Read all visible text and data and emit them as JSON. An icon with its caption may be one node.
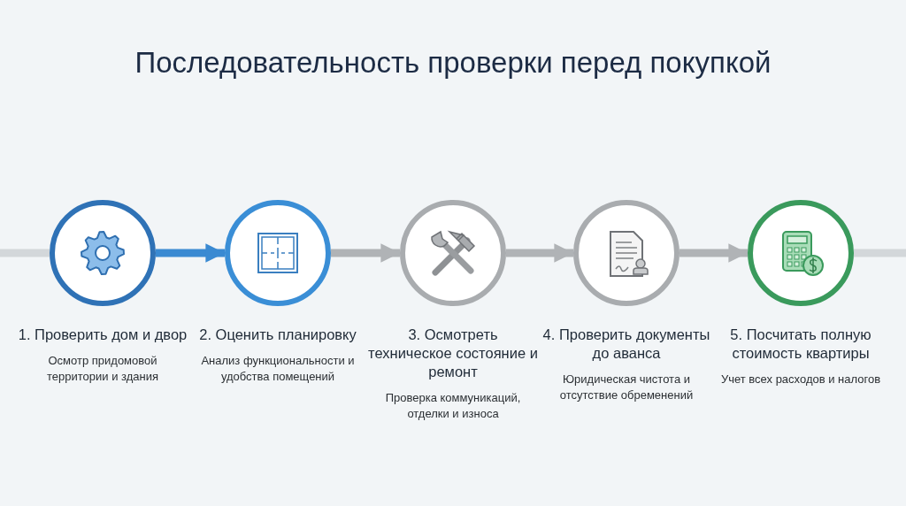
{
  "diagram": {
    "title": "Последовательность проверки перед покупкой",
    "nodes": [
      {
        "text": [
          "1. Проверить дом и двор",
          "Осмотр придомовой территории и здания"
        ]
      },
      {
        "text": [
          "2. Оценить планировку",
          "Анализ функциональности и удобства помещений"
        ]
      },
      {
        "text": [
          "3. Осмотреть техническое состояние и ремонт",
          "Проверка коммуникаций, отделки и износа"
        ]
      },
      {
        "text": [
          "4. Проверить документы до аванса",
          "Юридическая чистота и отсутствие обременений"
        ]
      },
      {
        "text": [
          "5. Посчитать полную стоимость квартиры",
          "Учет всех расходов и налогов"
        ]
      }
    ],
    "edges": [
      {
        "from": null,
        "to": 0,
        "arrow": "none",
        "color": "#d3d7da"
      },
      {
        "from": 0,
        "to": 1,
        "arrow": "to",
        "color": "#3a8ad2"
      },
      {
        "from": 1,
        "to": 2,
        "arrow": "to"
      },
      {
        "from": 2,
        "to": 3,
        "arrow": "to"
      },
      {
        "from": 3,
        "to": 4,
        "arrow": "to"
      },
      {
        "from": 4,
        "to": null,
        "arrow": "none",
        "color": "#d3d7da"
      }
    ]
  }
}
